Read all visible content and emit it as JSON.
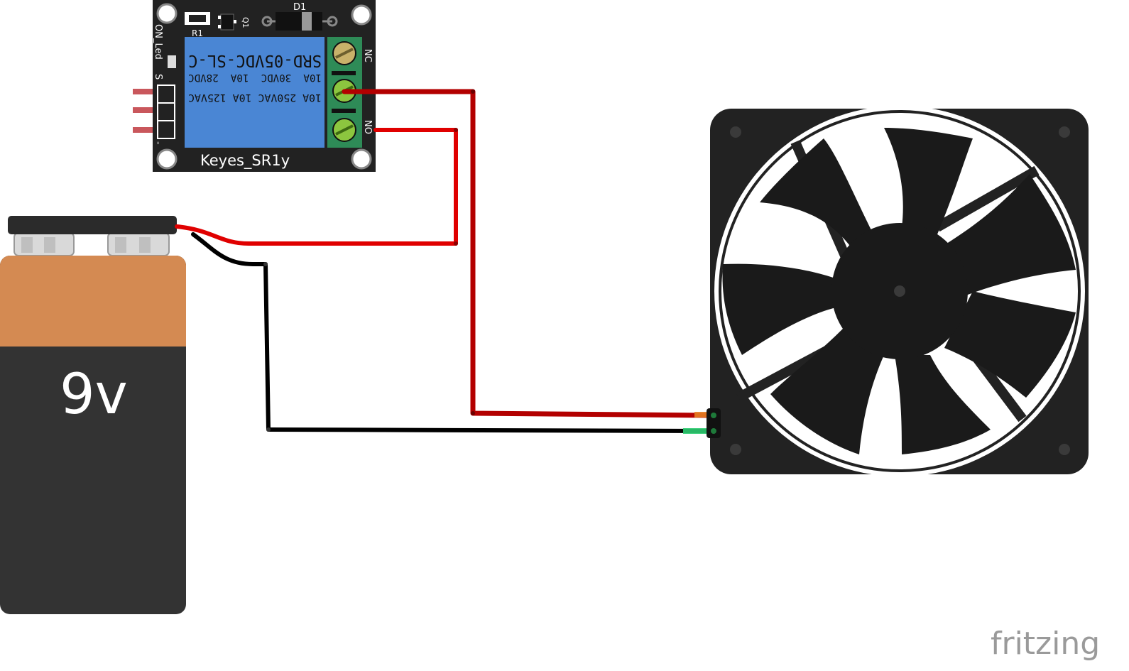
{
  "relay_module": {
    "board_label": "Keyes_SR1y",
    "relay_model": "SRD-05VDC-SL-C",
    "rating_dc_1": "10A  30VDC  10A  28VDC",
    "rating_ac": "10A 250VAC 10A 125VAC",
    "diode_label": "D1",
    "resistor_label": "R1",
    "transistor_label": "Q1",
    "led_label": "ON_Led",
    "signal_pin_label": "S",
    "nc_label": "NC",
    "no_label": "NO",
    "minus_label": "-",
    "board_color": "#222222",
    "relay_color": "#4a86d4",
    "terminal_color": "#2e8b57"
  },
  "battery": {
    "label": "9v",
    "top_color": "#d48a52",
    "body_color": "#333333"
  },
  "wires": {
    "red_color": "#e00000",
    "dark_red_color": "#b30000",
    "black_color": "#000000"
  },
  "fan": {
    "frame_color": "#222222",
    "blade_color": "#1a1a1a"
  },
  "watermark": {
    "text": "fritzing",
    "color": "#9a9a9a"
  }
}
